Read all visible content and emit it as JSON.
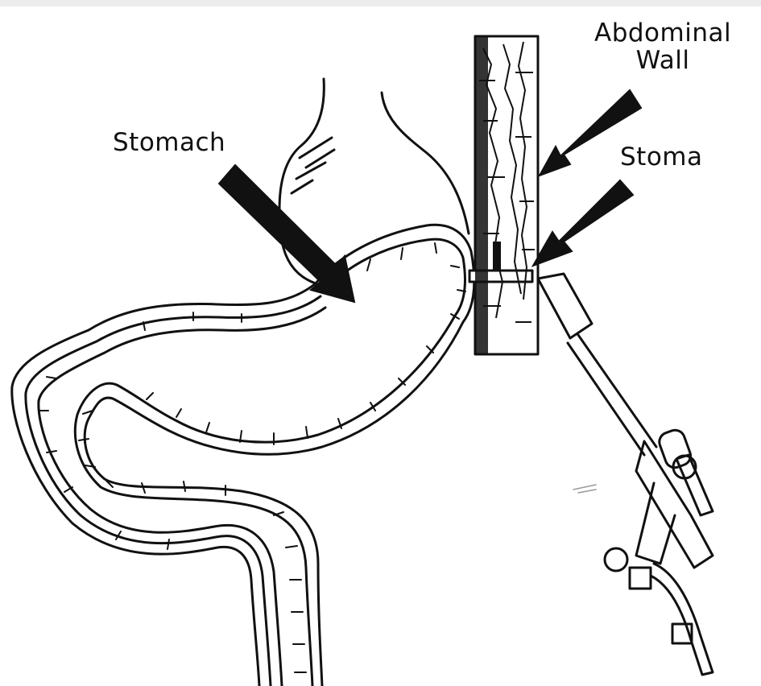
{
  "labels": {
    "stomach": "Stomach",
    "abdominal_wall_line1": "Abdominal",
    "abdominal_wall_line2": "Wall",
    "stoma": "Stoma"
  },
  "colors": {
    "ink": "#111111",
    "background": "#ffffff",
    "top_strip": "#ececec"
  }
}
